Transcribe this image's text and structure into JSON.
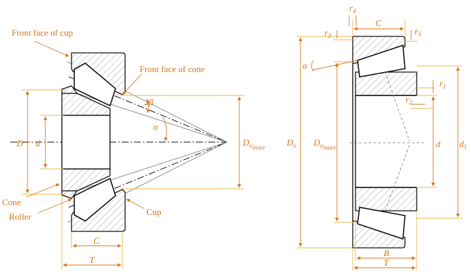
{
  "left_view": {
    "labels": {
      "front_face_cup": "Front face of cup",
      "front_face_cone": "Front face of cone",
      "cone": "Cone",
      "roller": "Roller",
      "cup": "Cup",
      "two_beta": "2β",
      "alpha": "α",
      "D": "D",
      "d": "d",
      "D_o_inner_main": "D",
      "D_o_inner_sub": "o",
      "D_o_inner_subsub": "inner",
      "C": "C",
      "T": "T"
    }
  },
  "right_view": {
    "labels": {
      "r4": "r",
      "r4_sub": "4",
      "C": "C",
      "r3": "r",
      "r3_sub": "3",
      "r5": "r",
      "r5_sub": "5",
      "alpha": "α",
      "r1": "r",
      "r1_sub": "1",
      "r2": "r",
      "r2_sub": "2",
      "D_o_main": "D",
      "D_o_sub": "o",
      "D_o_inner_main": "D",
      "D_o_inner_sub": "o",
      "D_o_inner_subsub": "inner",
      "d": "d",
      "d1_main": "d",
      "d1_sub": "1",
      "B": "B",
      "T": "T"
    }
  },
  "colors": {
    "annotation": "#d6761b",
    "extension": "#e9b54a",
    "outline": "#111111"
  }
}
